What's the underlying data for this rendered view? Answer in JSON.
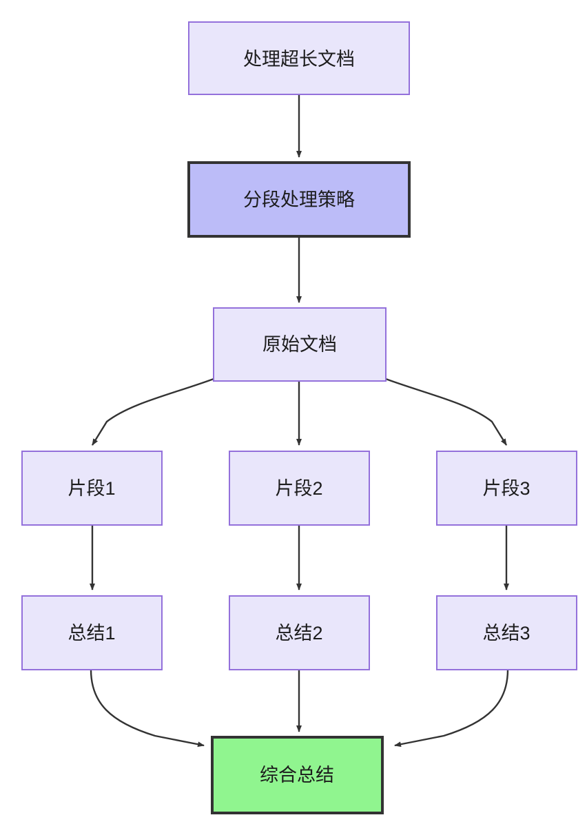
{
  "diagram": {
    "type": "flowchart",
    "direction": "top-to-bottom",
    "background_color": "#ffffff",
    "title_text": "",
    "nodes": [
      {
        "id": "n1",
        "label": "处理超长文档",
        "style": "default",
        "fill_color": "#e9e6fb",
        "border_color": "#9370db"
      },
      {
        "id": "n2",
        "label": "分段处理策略",
        "style": "highlight",
        "fill_color": "#bcbcf8",
        "border_color": "#333333"
      },
      {
        "id": "n3",
        "label": "原始文档",
        "style": "default",
        "fill_color": "#e9e6fb",
        "border_color": "#9370db"
      },
      {
        "id": "n4",
        "label": "片段1",
        "style": "default",
        "fill_color": "#e9e6fb",
        "border_color": "#9370db"
      },
      {
        "id": "n5",
        "label": "片段2",
        "style": "default",
        "fill_color": "#e9e6fb",
        "border_color": "#9370db"
      },
      {
        "id": "n6",
        "label": "片段3",
        "style": "default",
        "fill_color": "#e9e6fb",
        "border_color": "#9370db"
      },
      {
        "id": "n7",
        "label": "总结1",
        "style": "default",
        "fill_color": "#e9e6fb",
        "border_color": "#9370db"
      },
      {
        "id": "n8",
        "label": "总结2",
        "style": "default",
        "fill_color": "#e9e6fb",
        "border_color": "#9370db"
      },
      {
        "id": "n9",
        "label": "总结3",
        "style": "default",
        "fill_color": "#e9e6fb",
        "border_color": "#9370db"
      },
      {
        "id": "n10",
        "label": "综合总结",
        "style": "terminal",
        "fill_color": "#90f58f",
        "border_color": "#333333"
      }
    ],
    "edges": [
      {
        "from": "处理超长文档",
        "to": "分段处理策略",
        "label": ""
      },
      {
        "from": "分段处理策略",
        "to": "原始文档",
        "label": ""
      },
      {
        "from": "原始文档",
        "to": "片段1",
        "label": ""
      },
      {
        "from": "原始文档",
        "to": "片段2",
        "label": ""
      },
      {
        "from": "原始文档",
        "to": "片段3",
        "label": ""
      },
      {
        "from": "片段1",
        "to": "总结1",
        "label": ""
      },
      {
        "from": "片段2",
        "to": "总结2",
        "label": ""
      },
      {
        "from": "片段3",
        "to": "总结3",
        "label": ""
      },
      {
        "from": "总结1",
        "to": "综合总结",
        "label": ""
      },
      {
        "from": "总结2",
        "to": "综合总结",
        "label": ""
      },
      {
        "from": "总结3",
        "to": "综合总结",
        "label": ""
      }
    ],
    "edge_color": "#333333"
  }
}
